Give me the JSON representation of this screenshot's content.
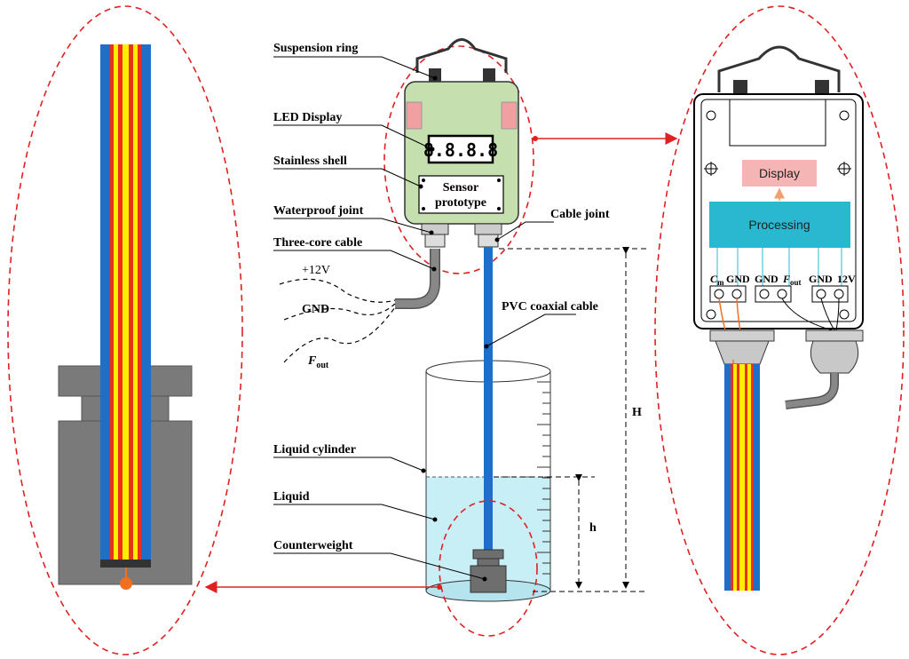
{
  "labels": {
    "suspension_ring": "Suspension ring",
    "led_display": "LED Display",
    "stainless_shell": "Stainless shell",
    "waterproof_joint": "Waterproof joint",
    "three_core_cable": "Three-core cable",
    "cable_joint": "Cable joint",
    "pvc_coaxial_cable": "PVC coaxial cable",
    "liquid_cylinder": "Liquid cylinder",
    "liquid": "Liquid",
    "counterweight": "Counterweight"
  },
  "wires": {
    "v12": "+12V",
    "gnd": "GND",
    "fout_main": "F",
    "fout_sub": "out"
  },
  "sensor": {
    "line1": "Sensor",
    "line2": "prototype",
    "display_value": "8.8.8.8"
  },
  "dimensions": {
    "H": "H",
    "h": "h"
  },
  "detail": {
    "display_box": "Display",
    "processing_box": "Processing",
    "terminals": {
      "cm_main": "C",
      "cm_sub": "m",
      "gnd1": "GND",
      "gnd2": "GND",
      "fout_main": "F",
      "fout_sub": "out",
      "gnd3": "GND",
      "v12": "12V"
    }
  },
  "colors": {
    "callout_dashed": "#e02020",
    "sensor_shell": "#c6dfae",
    "pink_pad": "#f0a0a0",
    "processing": "#29b8d0",
    "display": "#f5b5b5",
    "coax_blue": "#1f6fc8",
    "cable_red": "#e8321c",
    "cable_yellow": "#ffee00",
    "liquid": "#c8eef6",
    "counterweight": "#6e6e6e"
  }
}
